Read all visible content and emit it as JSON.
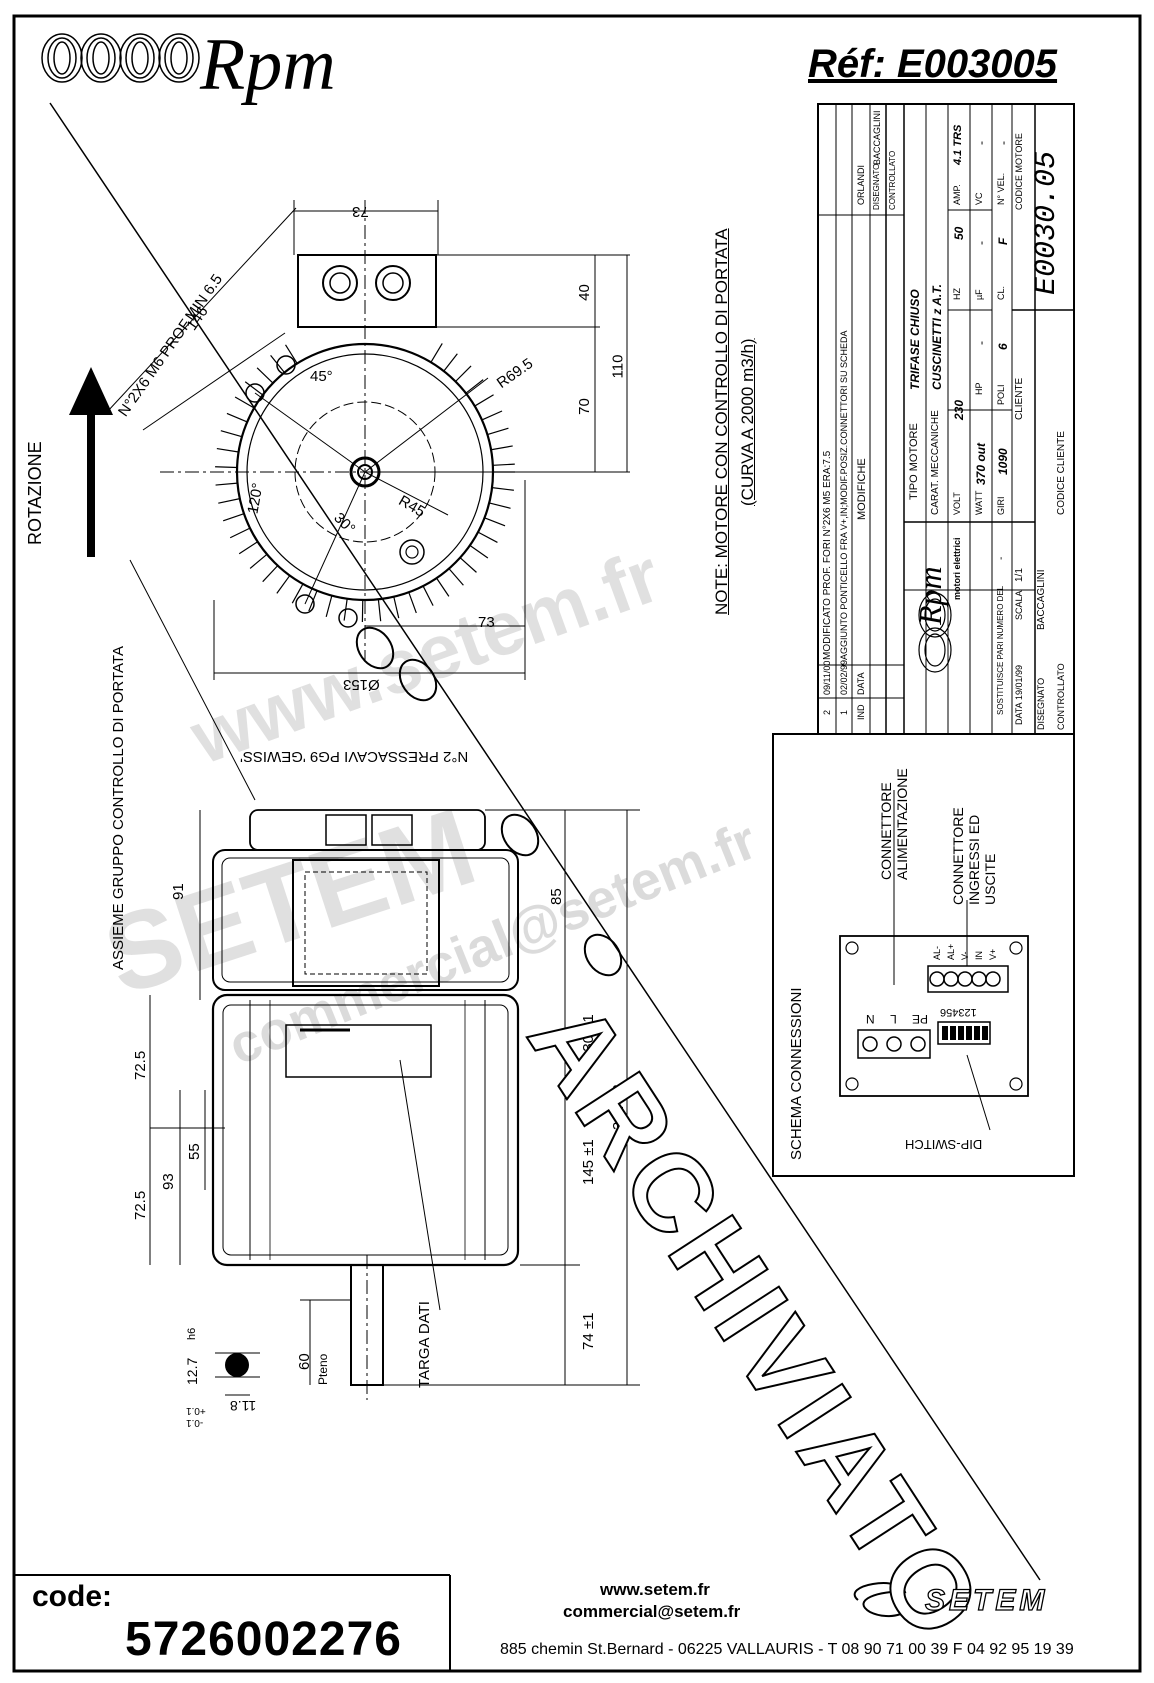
{
  "header": {
    "brand": "Rpm",
    "reference": "Réf:  E003005"
  },
  "front_view": {
    "rotation_label": "ROTAZIONE",
    "holes_note": "N°2X6 M6 PROF.MIN 6.5",
    "dims": [
      "146",
      "73",
      "40",
      "70",
      "110",
      "R69.5",
      "45°",
      "120°",
      "30°",
      "R45",
      "73",
      "Ø153"
    ]
  },
  "note": {
    "line1": "NOTE: MOTORE CON CONTROLLO DI PORTATA",
    "line2": "(CURVA A 2000 m3/h)"
  },
  "side_view": {
    "assembly_label": "ASSIEME GRUPPO CONTROLLO  DI PORTATA",
    "cable_gland_label": "N°2 PRESSACAVI PG9 'GEWISS'",
    "nameplate_label": "TARGA DATI",
    "dims": [
      "91",
      "85",
      "230 ±1",
      "304 ±2",
      "72.5",
      "72.5",
      "55",
      "93",
      "145 ±1",
      "74 ±1",
      "60",
      "Pteno"
    ],
    "shaft_dims": [
      "12.7",
      "h6",
      "11.8",
      "+0.1",
      "-0.1"
    ]
  },
  "title_block": {
    "revisions": [
      {
        "ind": "2",
        "date": "09/11/00",
        "text": "MODIFICATO PROF. FORI N°2X6 M5 ERA:7.5",
        "by1": "",
        "by2": ""
      },
      {
        "ind": "1",
        "date": "02/02/99",
        "text": "AGGIUNTO PONTICELLO FRA V+,IN;MODIF.POSIZ.CONNETTORI SU SCHEDA",
        "by1": "",
        "by2": ""
      }
    ],
    "rev_headers": {
      "ind": "IND",
      "date": "DATA",
      "changes": "MODIFICHE",
      "drawn": "DISEGNATO",
      "checked": "CONTROLLATO"
    },
    "top_names": [
      "ORLANDI",
      "BACCAGLINI"
    ],
    "company_name": "Rpm",
    "company_sub": "motori elettrici",
    "motor_type_label": "TIPO MOTORE",
    "motor_type": "TRIFASE CHIUSO",
    "mech_label": "CARAT. MECCANICHE",
    "mech": "CUSCINETTI z A.T.",
    "volt_label": "VOLT",
    "volt": "230",
    "hz_label": "HZ",
    "hz": "50",
    "amp_label": "AMP.",
    "amp": "4.1 TRS",
    "watt_label": "WATT",
    "watt": "370 out",
    "hp_label": "HP",
    "hp": "-",
    "uf_label": "µF",
    "uf": "-",
    "vc_label": "VC",
    "vc": "-",
    "giri_label": "GIRI",
    "giri": "1090",
    "poli_label": "POLI",
    "poli": "6",
    "cl_label": "CL.",
    "cl": "F",
    "nvel_label": "N° VEL.",
    "nvel": "-",
    "client_label": "CLIENTE",
    "client_code_label": "CODICE CLIENTE",
    "motor_code_label": "CODICE MOTORE",
    "motor_code": "E0030.05",
    "replaces_label": "SOSTITUISCE PARI NUMERO DEL",
    "replaces_value": "-",
    "date_label": "DATA",
    "date": "19/01/99",
    "scale_label": "SCALA",
    "scale": "1/1",
    "drawn_label": "DISEGNATO",
    "drawn_by": "BACCAGLINI",
    "checked_label": "CONTROLLATO"
  },
  "schematic": {
    "title": "SCHEMA CONNESSIONI",
    "power_connector": "CONNETTORE ALIMENTAZIONE",
    "io_connector": "CONNETTORE INGRESSI ED USCITE",
    "io_pins": [
      "AL-",
      "AL+",
      "V-",
      "IN",
      "V+"
    ],
    "power_pins": [
      "N",
      "L",
      "PE"
    ],
    "dip_numbers": "123456",
    "dip_label": "DIP-SWITCH"
  },
  "stamp": "ARCHIVIATO",
  "watermarks": [
    "www.setem.fr",
    "SETEM",
    "commercial@setem.fr"
  ],
  "footer": {
    "code_label": "code:",
    "code_value": "5726002276",
    "website": "www.setem.fr",
    "email": "commercial@setem.fr",
    "address": "885 chemin St.Bernard  -  06225 VALLAURIS  -  T 08 90 71 00 39   F 04 92 95 19 39",
    "company": "SETEM"
  }
}
